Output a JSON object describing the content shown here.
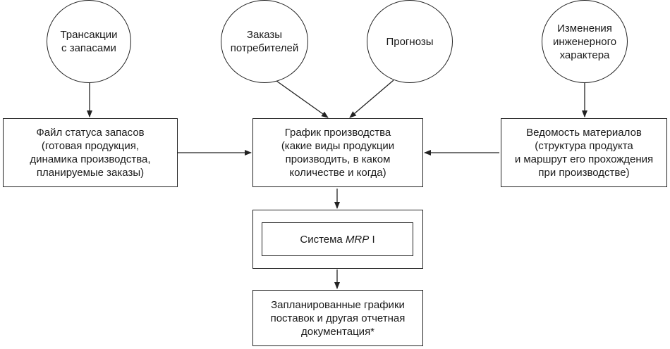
{
  "inputs": {
    "inventory_transactions": "Трансакции\nс запасами",
    "customer_orders": "Заказы\nпотребителей",
    "forecasts": "Прогнозы",
    "engineering_changes": "Изменения\nинженерного\nхарактера"
  },
  "files": {
    "inventory_status": "Файл статуса запасов\n(готовая продукция,\nдинамика производства,\nпланируемые заказы)",
    "production_schedule": "График производства\n(какие виды продукции\nпроизводить, в каком\nколичестве и когда)",
    "bill_of_materials": "Ведомость материалов\n(структура продукта\nи маршрут его прохождения\nпри производстве)"
  },
  "system": {
    "prefix": "Система ",
    "name": "MRP",
    "suffix": " I"
  },
  "output": {
    "reports": "Запланированные графики\nпоставок и другая отчетная\nдокументация*"
  }
}
